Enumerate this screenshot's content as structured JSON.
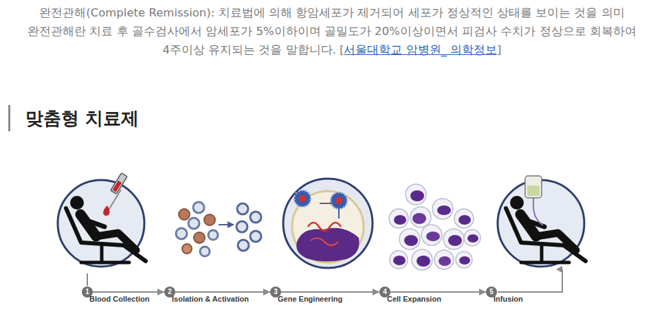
{
  "diagram": {
    "title": "맞춤형 치료제",
    "nodes": [
      {
        "text": [
          "1",
          "Blood Collection"
        ]
      },
      {
        "text": [
          "2",
          "Isolation & Activation"
        ]
      },
      {
        "text": [
          "3",
          "Gene Engineering"
        ]
      },
      {
        "text": [
          "4",
          "Cell Expansion"
        ]
      },
      {
        "text": [
          "5",
          "Infusion"
        ]
      }
    ],
    "edges": [
      {
        "from": 0,
        "to": 1,
        "arrow": "to"
      },
      {
        "from": 1,
        "to": 2,
        "arrow": "to"
      },
      {
        "from": 2,
        "to": 3,
        "arrow": "to"
      },
      {
        "from": 3,
        "to": 4,
        "arrow": "to"
      }
    ],
    "labels": [
      "완전관해(Complete Remission): 치료법에 의해 항암세포가 제거되어 세포가 정상적인 상태를 보이는 것을 의미",
      "완전관해란 치료 후 골수검사에서 암세포가 5%이하이며 골밀도가 20%이상이면서 피검사 수치가 정상으로 회복하여 4주이상 유지되는 것을 말합니다.",
      "[",
      "서울대학교 암병원_ 의학정보",
      "]"
    ]
  }
}
